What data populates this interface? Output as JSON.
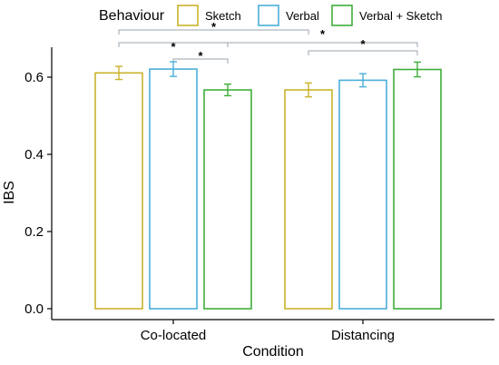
{
  "chart_data": {
    "type": "bar",
    "categories": [
      "Co-located",
      "Distancing"
    ],
    "xlabel": "Condition",
    "ylabel": "IBS",
    "ylim": [
      -0.04,
      0.67
    ],
    "yticks": [
      "0.0",
      "0.2",
      "0.4",
      "0.6"
    ],
    "legend": {
      "title": "Behaviour",
      "position": "top"
    },
    "grid": false,
    "series": [
      {
        "name": "Sketch",
        "color": "#C9B22A",
        "values": [
          0.611,
          0.567
        ],
        "error": [
          0.017,
          0.018
        ]
      },
      {
        "name": "Verbal",
        "color": "#4BAED8",
        "values": [
          0.621,
          0.592
        ],
        "error": [
          0.019,
          0.017
        ]
      },
      {
        "name": "Verbal + Sketch",
        "color": "#3FAE3A",
        "values": [
          0.567,
          0.62
        ],
        "error": [
          0.015,
          0.019
        ]
      }
    ],
    "significance": [
      {
        "from": {
          "category": 0,
          "series": 0
        },
        "to": {
          "category": 1,
          "series": 0
        },
        "label": "*"
      },
      {
        "from": {
          "category": 0,
          "series": 0
        },
        "to": {
          "category": 0,
          "series": 2
        },
        "label": "*"
      },
      {
        "from": {
          "category": 0,
          "series": 1
        },
        "to": {
          "category": 0,
          "series": 2
        },
        "label": "*"
      },
      {
        "from": {
          "category": 0,
          "series": 2
        },
        "to": {
          "category": 1,
          "series": 2
        },
        "label": "*"
      },
      {
        "from": {
          "category": 1,
          "series": 0
        },
        "to": {
          "category": 1,
          "series": 2
        },
        "label": "*"
      }
    ]
  }
}
